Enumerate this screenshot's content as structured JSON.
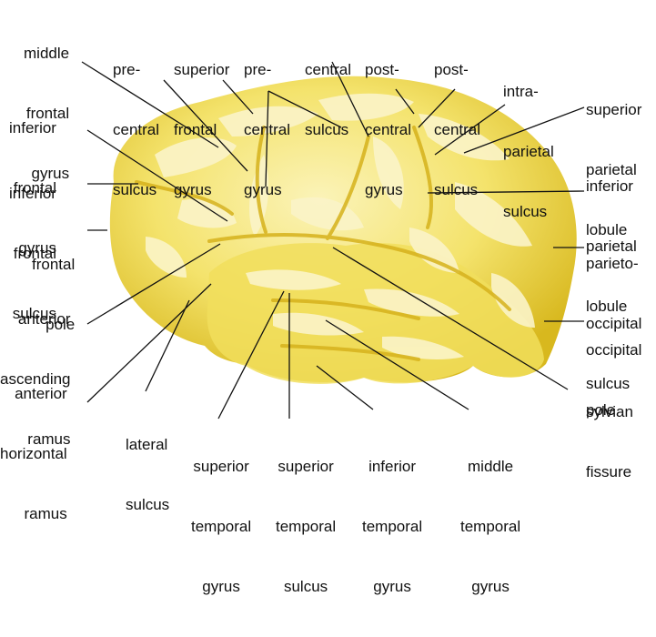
{
  "labels": {
    "middle_frontal_gyrus": [
      "middle",
      "frontal",
      "gyrus"
    ],
    "precentral_sulcus": [
      "pre-",
      "central",
      "sulcus"
    ],
    "superior_frontal_gyrus": [
      "superior",
      "frontal",
      "gyrus"
    ],
    "precentral_gyrus": [
      "pre-",
      "central",
      "gyrus"
    ],
    "central_sulcus": [
      "central",
      "sulcus"
    ],
    "postcentral_gyrus": [
      "post-",
      "central",
      "gyrus"
    ],
    "postcentral_sulcus": [
      "post-",
      "central",
      "sulcus"
    ],
    "intraparietal_sulcus": [
      "intra-",
      "parietal",
      "sulcus"
    ],
    "superior_parietal_lobule": [
      "superior",
      "parietal",
      "lobule"
    ],
    "inferior_parietal_lobule": [
      "inferior",
      "parietal",
      "lobule"
    ],
    "parieto_occipital_sulcus": [
      "parieto-",
      "occipital",
      "sulcus"
    ],
    "occipital_pole": [
      "occipital",
      "pole"
    ],
    "sylvian_fissure": [
      "sylvian",
      "fissure"
    ],
    "inferior_frontal_gyrus": [
      "inferior",
      "frontal",
      "gyrus"
    ],
    "inferior_frontal_sulcus": [
      "inferior",
      "frontal",
      "sulcus"
    ],
    "frontal_pole": [
      "frontal",
      "pole"
    ],
    "anterior_ascending_ramus": [
      "anterior",
      "ascending",
      "ramus"
    ],
    "anterior_horizontal_ramus": [
      "anterior",
      "horizontal",
      "ramus"
    ],
    "lateral_sulcus": [
      "lateral",
      "sulcus"
    ],
    "superior_temporal_gyrus": [
      "superior",
      "temporal",
      "gyrus"
    ],
    "superior_temporal_sulcus": [
      "superior",
      "temporal",
      "sulcus"
    ],
    "inferior_temporal_gyrus": [
      "inferior",
      "temporal",
      "gyrus"
    ],
    "middle_temporal_gyrus": [
      "middle",
      "temporal",
      "gyrus"
    ]
  },
  "colors": {
    "brain_fill": "#f3e36a",
    "brain_shadow": "#d9b81e",
    "gyrus_highlight": "#fbf4c8",
    "leader_line": "#111111"
  }
}
